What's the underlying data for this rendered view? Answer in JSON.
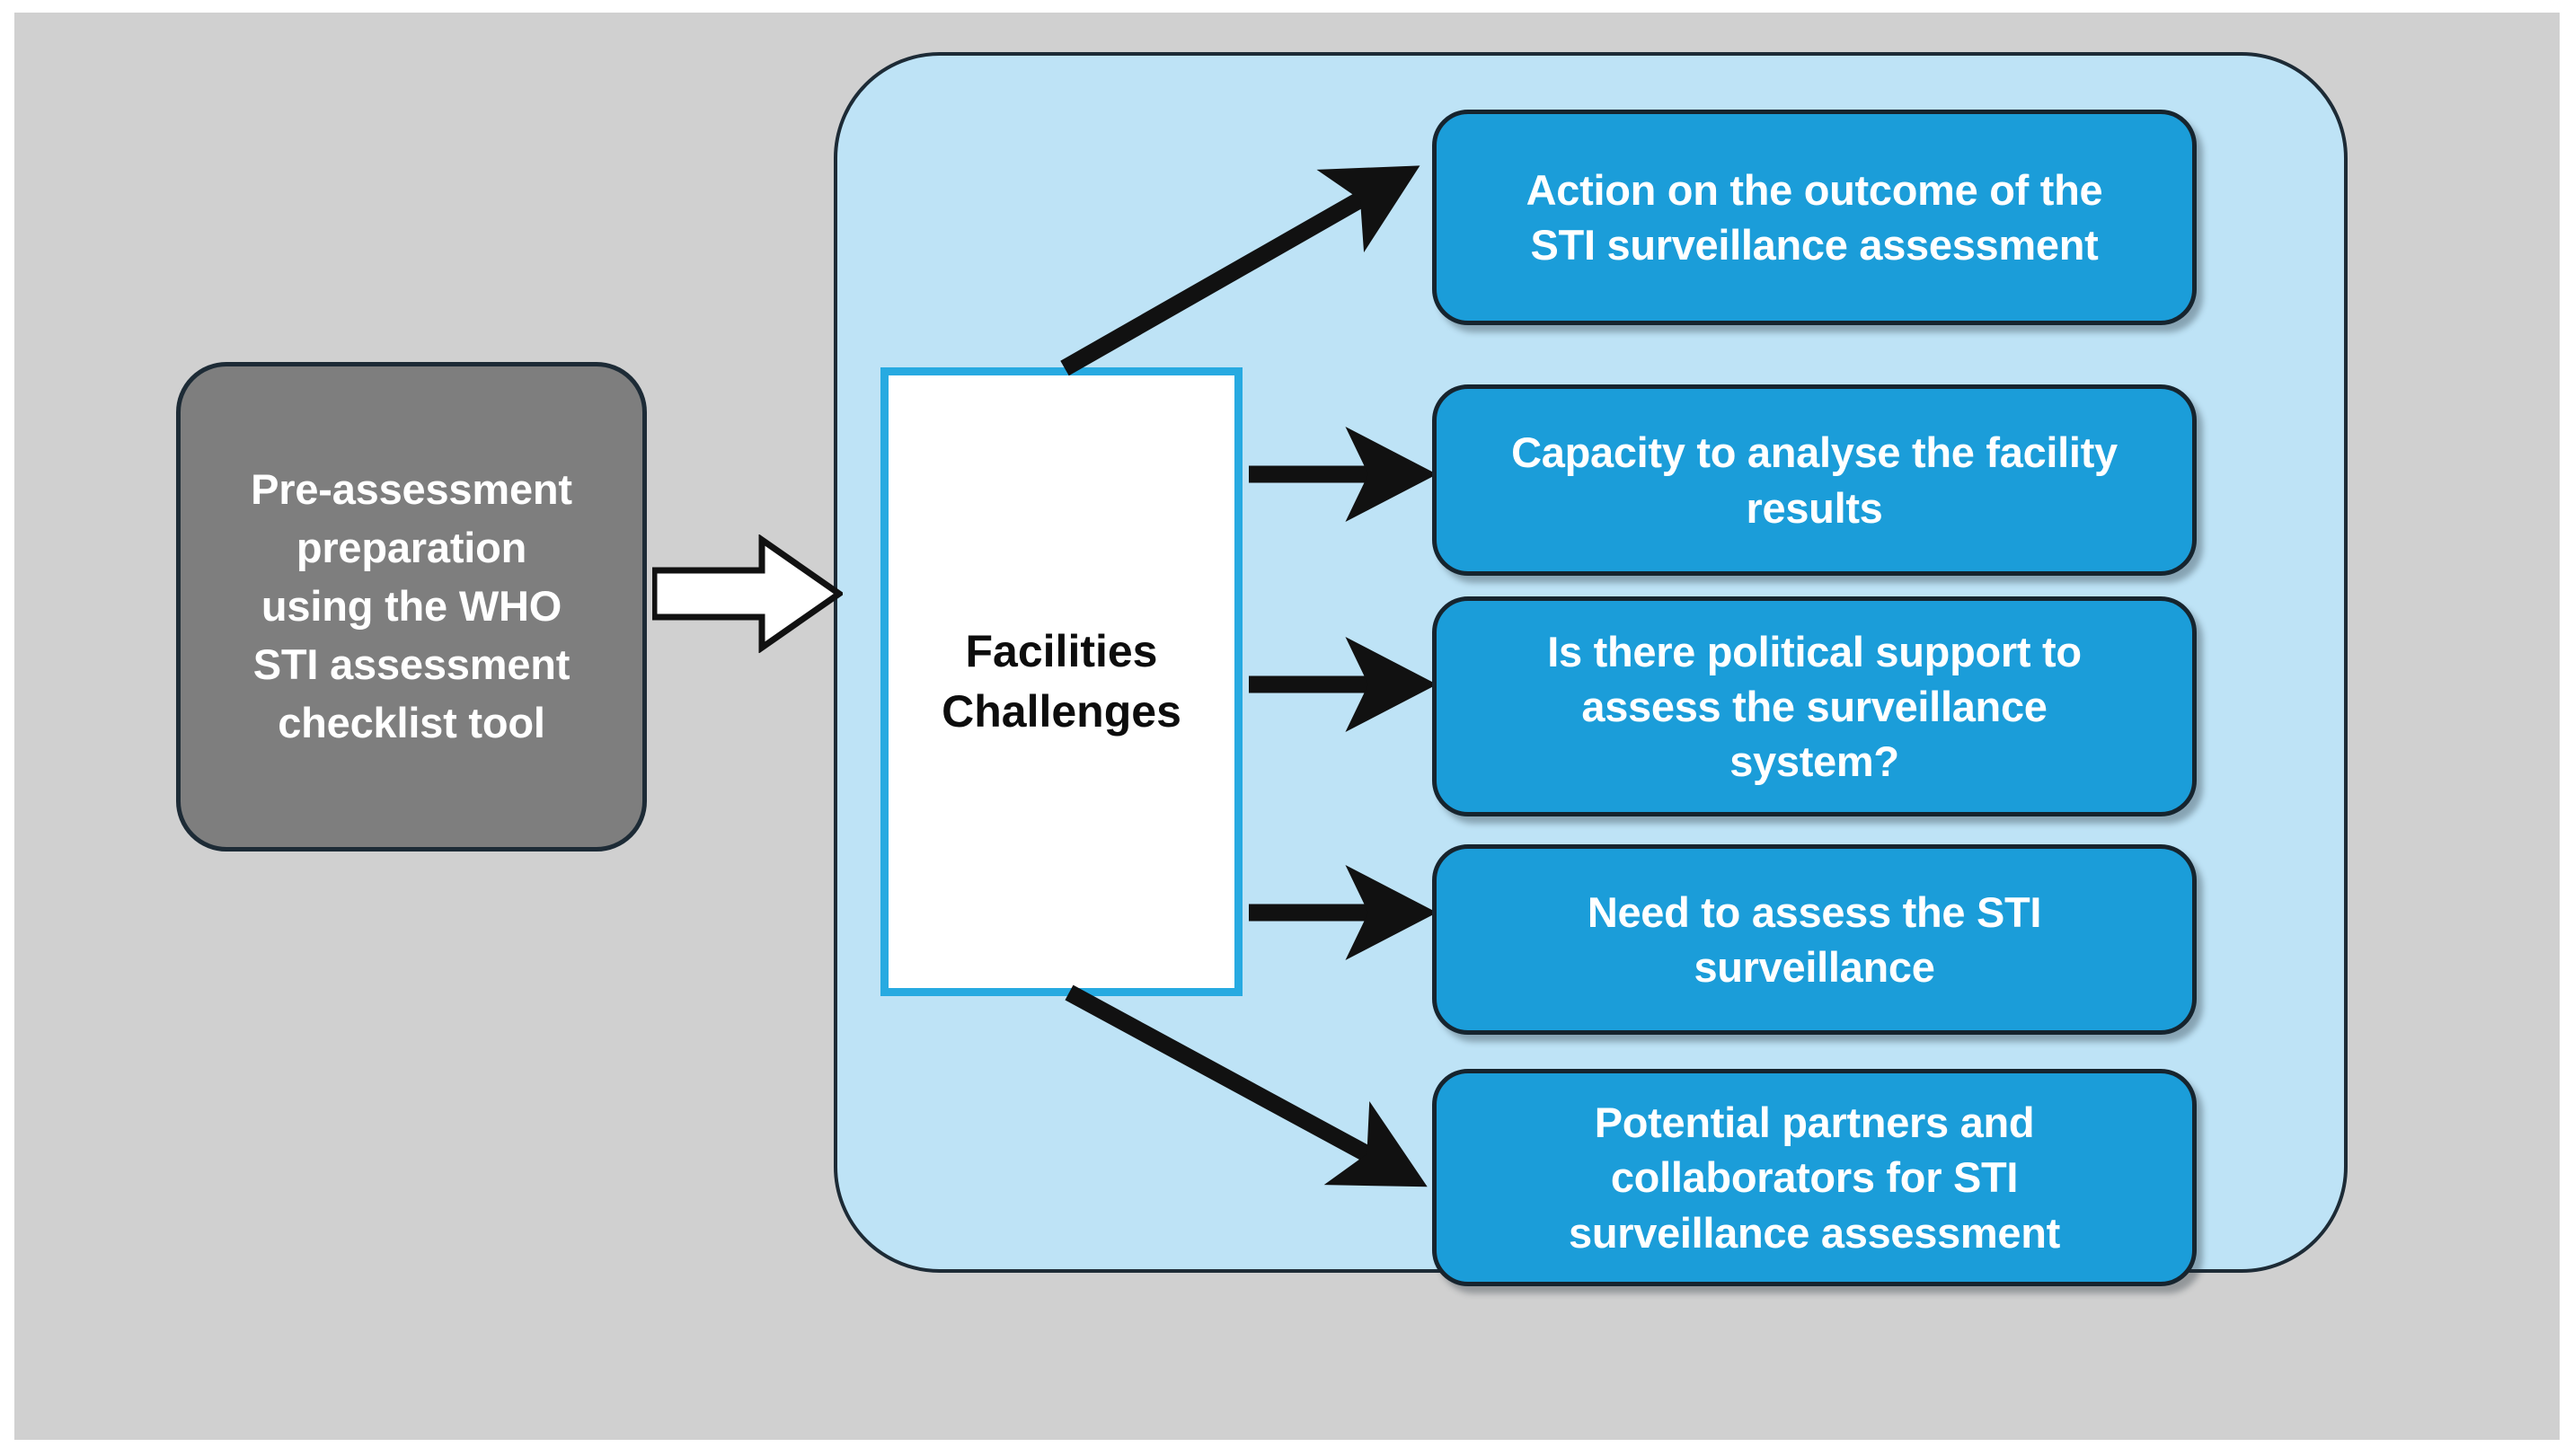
{
  "diagram": {
    "title_text": "Pre-assessment preparation using the WHO STI assessment checklist tool",
    "background_color": "#d0d0d0",
    "panel_color": "#bee3f6",
    "card_color": "#1b9dd9",
    "source_color": "#7e7e7e",
    "hub_border_color": "#27aae1"
  },
  "source_node": {
    "label": "Pre-assessment preparation using the WHO STI assessment checklist tool",
    "lines": [
      "Pre-assessment",
      "preparation",
      "using the WHO",
      "STI assessment",
      "checklist tool"
    ]
  },
  "flow_arrow": {
    "icon": "block-arrow-right-icon",
    "direction": "right"
  },
  "hub_node": {
    "label": "Facilities Challenges",
    "lines": [
      "Facilities",
      "Challenges"
    ]
  },
  "challenges": [
    {
      "id": "action-on-outcome",
      "label": "Action on the outcome of the STI surveillance assessment",
      "lines": [
        "Action on the outcome of the",
        "STI surveillance assessment"
      ],
      "connector": "arrow-diagonal-up-right-icon"
    },
    {
      "id": "capacity-to-analyse",
      "label": "Capacity to analyse the facility results",
      "lines": [
        "Capacity to analyse the facility",
        "results"
      ],
      "connector": "arrow-right-icon"
    },
    {
      "id": "political-support",
      "label": "Is there political support to assess the surveillance system?",
      "lines": [
        "Is there political support to",
        "assess the surveillance",
        "system?"
      ],
      "connector": "arrow-right-icon"
    },
    {
      "id": "need-to-assess",
      "label": "Need to assess the STI surveillance",
      "lines": [
        "Need to assess the STI",
        "surveillance"
      ],
      "connector": "arrow-right-icon"
    },
    {
      "id": "potential-partners",
      "label": "Potential partners and collaborators for STI surveillance assessment",
      "lines": [
        "Potential partners and",
        "collaborators for STI",
        "surveillance assessment"
      ],
      "connector": "arrow-diagonal-down-right-icon"
    }
  ]
}
